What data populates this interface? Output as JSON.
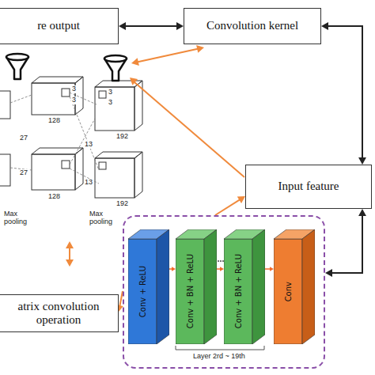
{
  "diagram": {
    "nodes": [
      {
        "text": [
          "re output"
        ]
      },
      {
        "text": [
          "Convolution kernel"
        ]
      },
      {
        "text": [
          "Input feature"
        ]
      },
      {
        "text": [
          "atrix convolution operation"
        ]
      },
      {
        "text": [
          "Layer 2rd ~ 19th"
        ]
      },
      {
        "text": [
          "Conv + ReLU"
        ],
        "in": 4
      },
      {
        "text": [
          "Conv + BN + ReLU"
        ],
        "in": 4
      },
      {
        "text": [
          "Conv + BN + ReLU"
        ],
        "in": 4
      },
      {
        "text": [
          "Conv"
        ],
        "in": 4
      }
    ],
    "edges": [
      {
        "from": 0,
        "to": 1,
        "arrow": "both"
      },
      {
        "from": 1,
        "to": 2,
        "arrow": "both"
      },
      {
        "from": 4,
        "to": 2,
        "arrow": "both"
      },
      {
        "from": 4,
        "to": 2,
        "arrow": "to"
      },
      {
        "from": 4,
        "to": 3,
        "arrow": "to"
      },
      {
        "from": 5,
        "to": 6,
        "arrow": "to"
      },
      {
        "from": 6,
        "to": 7,
        "arrow": "to"
      },
      {
        "from": 7,
        "to": 8,
        "arrow": "to"
      }
    ],
    "labels": [
      "3",
      "3",
      "3",
      "3",
      "128",
      "27",
      "27",
      "128",
      "13",
      "13",
      "192",
      "192",
      "Max pooling",
      "Max pooling"
    ]
  }
}
